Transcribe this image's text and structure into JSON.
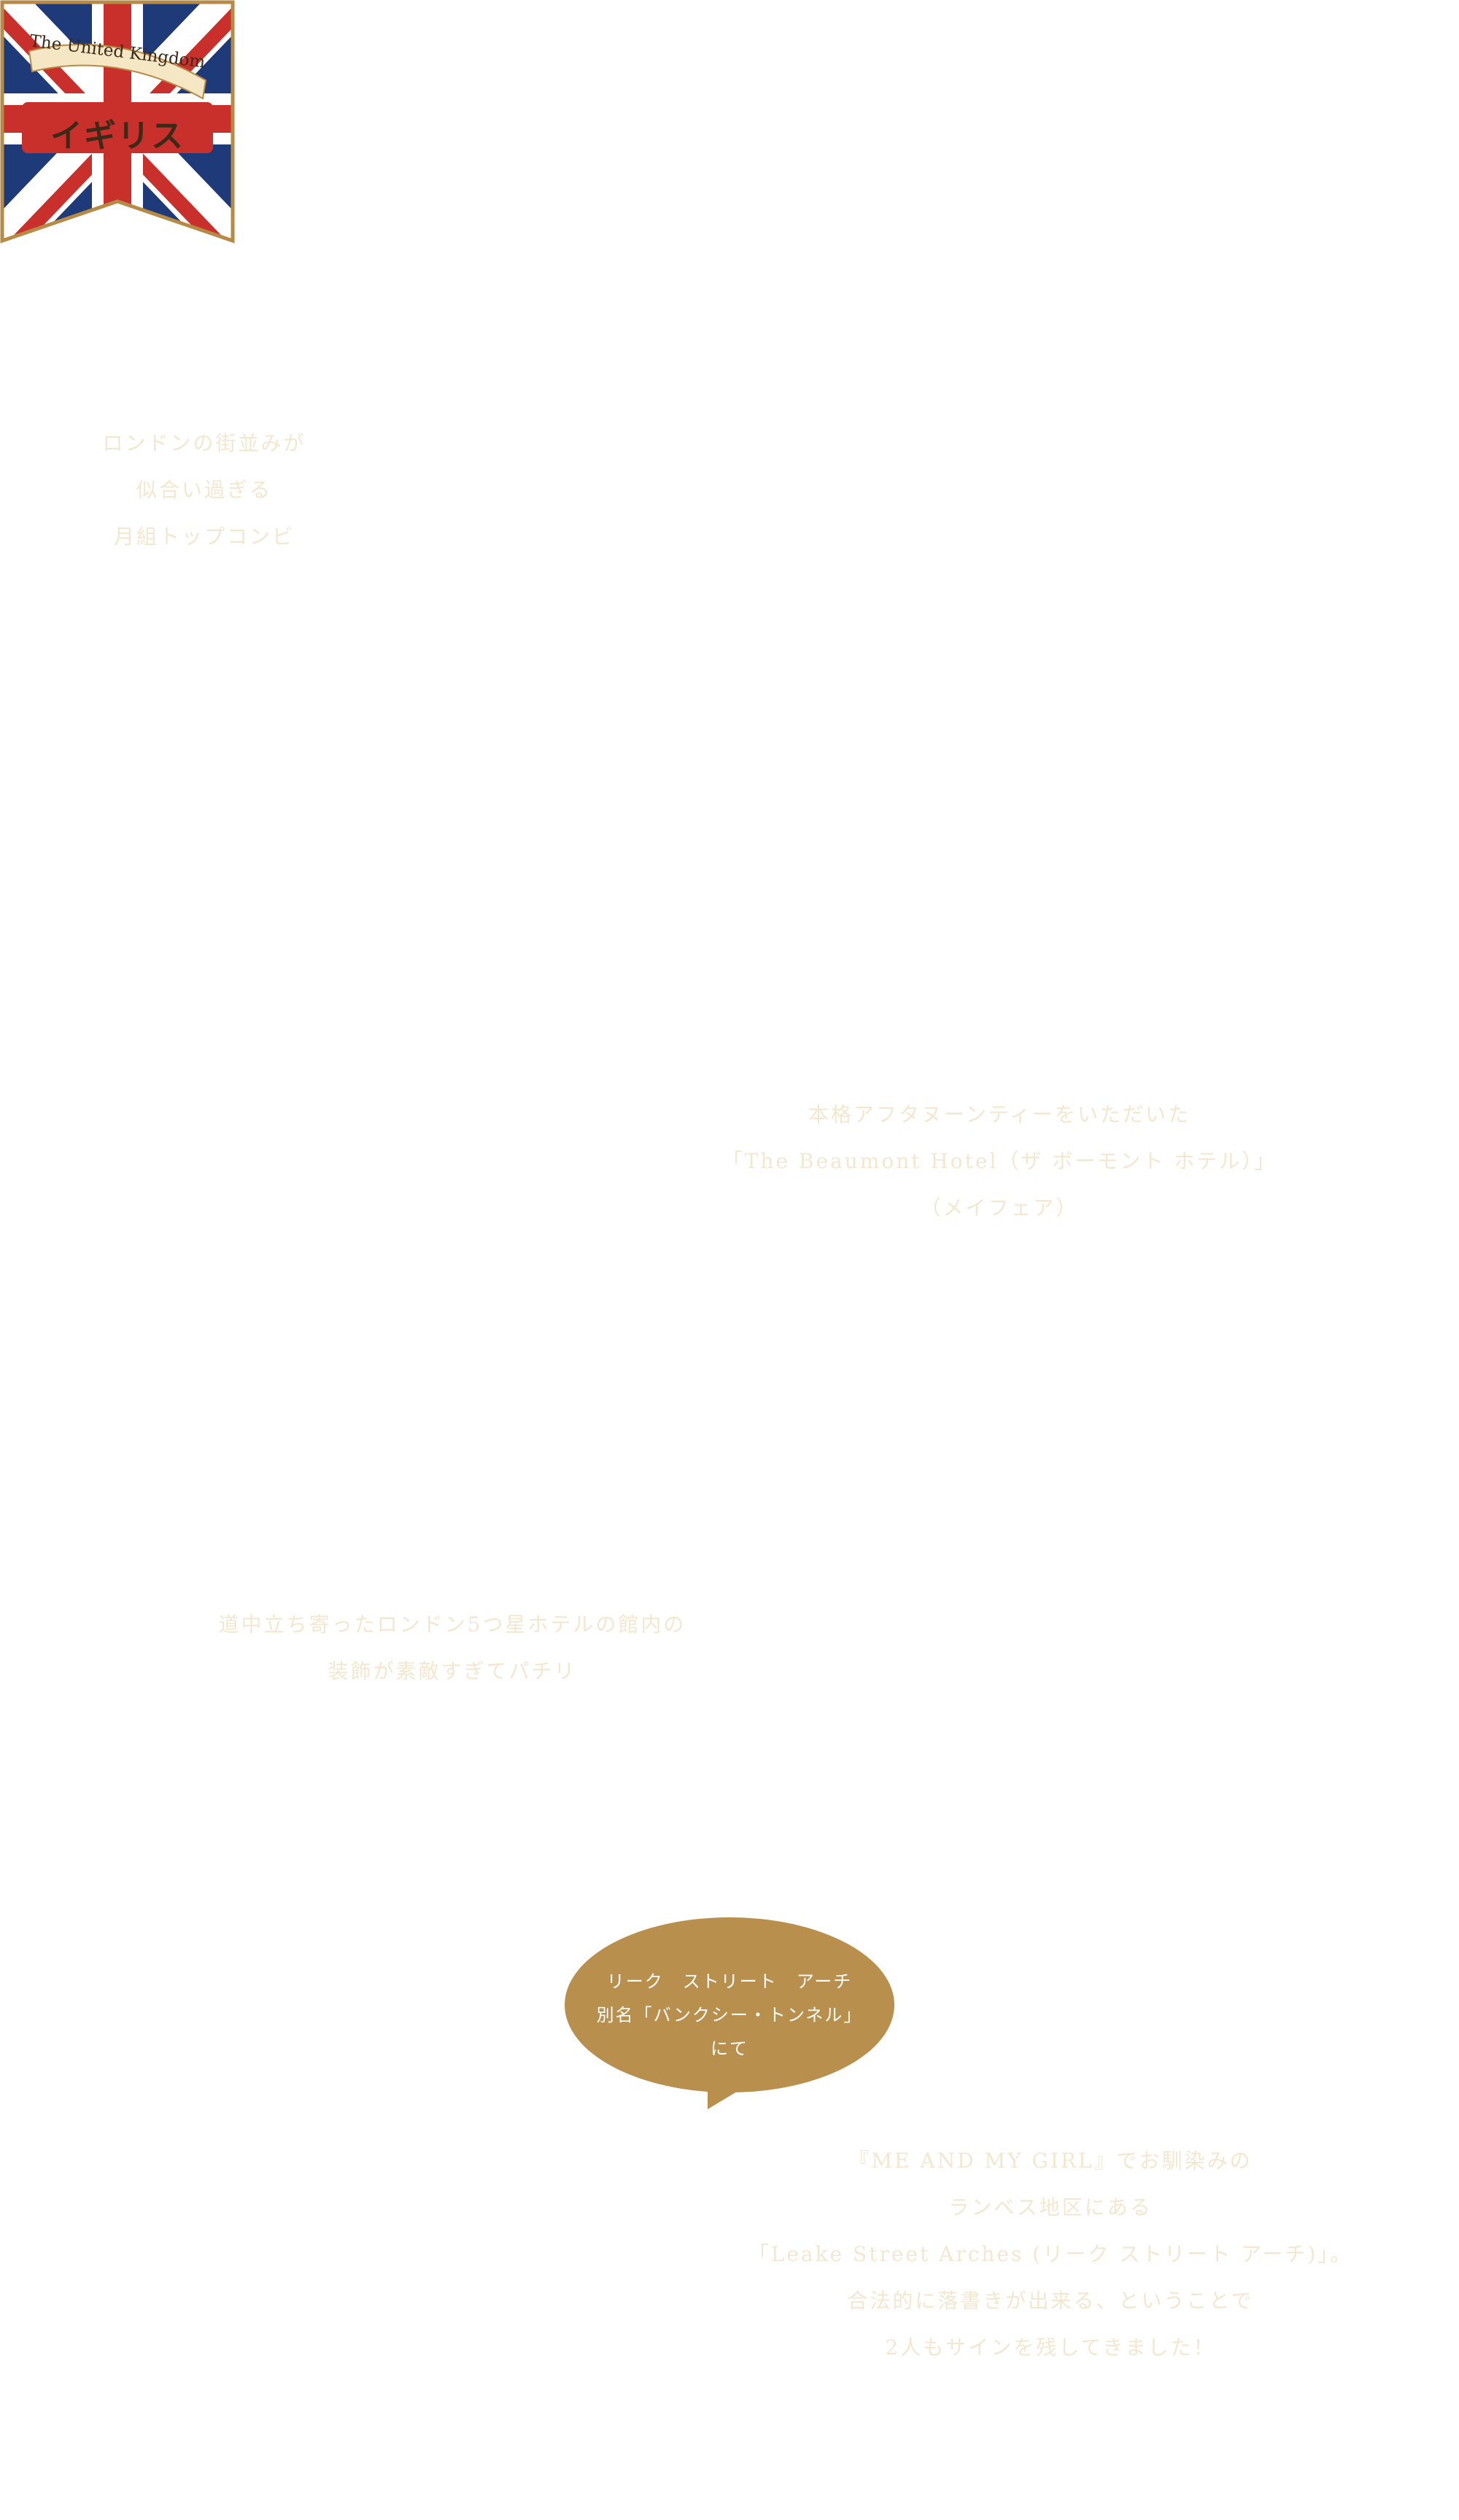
{
  "banner": {
    "country_en": "The United Kingdom",
    "country_ja": "イギリス",
    "colors": {
      "blue": "#1f3a78",
      "red": "#c9302c",
      "white": "#ffffff",
      "border": "#b78a45"
    }
  },
  "captions": [
    {
      "lines": [
        "ロンドンの街並みが",
        "似合い過ぎる",
        "月組トップコンビ"
      ]
    },
    {
      "lines": [
        "本格アフタヌーンティーをいただいた",
        "「The Beaumont Hotel（ザ ボーモント ホテル）」",
        "（メイフェア）"
      ]
    },
    {
      "lines": [
        "道中立ち寄ったロンドン5つ星ホテルの館内の",
        "装飾が素敵すぎてパチリ"
      ]
    },
    {
      "lines": [
        "『ME AND MY GIRL』でお馴染みの",
        "ランベス地区にある",
        "「Leake Street Arches (リーク ストリート アーチ)」。",
        "合法的に落書きが出来る、ということで",
        "2人もサインを残してきました！"
      ]
    }
  ],
  "bubble": {
    "lines": [
      "リーク　ストリート　アーチ",
      "別名「バンクシー・トンネル」",
      "にて"
    ],
    "color": "#b98f4e"
  },
  "theme": {
    "caption_color": "#f3e7cf",
    "background": "#ffffff"
  }
}
